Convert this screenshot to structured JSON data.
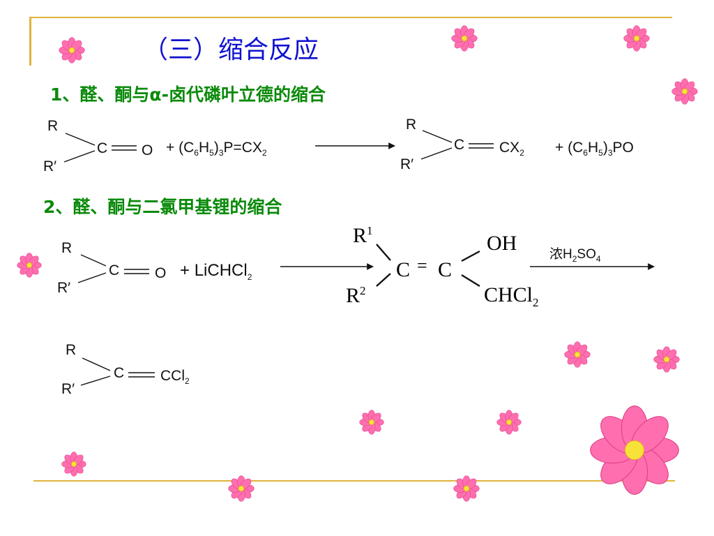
{
  "title": "（三）缩合反应",
  "section1": {
    "heading": "1、醛、酮与α-卤代磷叶立德的缩合",
    "reactant": {
      "r": "R",
      "r2": "R′",
      "c": "C",
      "o": "O"
    },
    "reagent": {
      "plus": "+",
      "p1": "(C",
      "s6": "6",
      "p2": "H",
      "s5": "5",
      "p3": ")",
      "s3": "3",
      "p4": "P=CX",
      "s2": "2"
    },
    "product": {
      "r": "R",
      "r2": "R′",
      "c": "C",
      "cx": "CX",
      "s2": "2"
    },
    "byproduct": {
      "plus": "+",
      "p1": "(C",
      "s6": "6",
      "p2": "H",
      "s5": "5",
      "p3": ")",
      "s3": "3",
      "p4": "PO"
    }
  },
  "section2": {
    "heading": "2、醛、酮与二氯甲基锂的缩合",
    "reactant": {
      "r": "R",
      "r2": "R′",
      "c": "C",
      "o": "O"
    },
    "reagent": {
      "plus": "+",
      "li": "LiCHCl",
      "s2": "2"
    },
    "intermediate": {
      "r1": "R",
      "sup1": "1",
      "r2": "R",
      "sup2": "2",
      "c1": "C",
      "eq": "=",
      "c2": "C",
      "oh": "OH",
      "chcl": "CHCl",
      "s2": "2"
    },
    "condition": {
      "label": "浓H",
      "s2": "2",
      "so": "SO",
      "s4": "4"
    },
    "product": {
      "r": "R",
      "r2": "R′",
      "c": "C",
      "ccl": "CCl",
      "s2": "2"
    }
  },
  "decor": {
    "flower_color": "#ff6fb0",
    "accent_color": "#e2b33c"
  }
}
